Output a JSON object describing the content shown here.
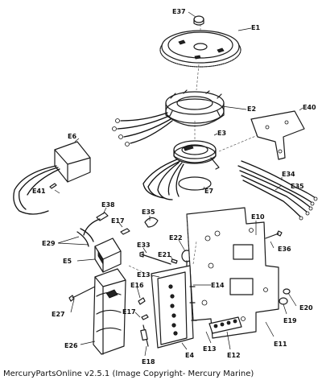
{
  "caption": "MercuryPartsOnline v2.5.1 (Image Copyright- Mercury Marine)",
  "labels": {
    "E37": "E37",
    "E1": "E1",
    "E2": "E2",
    "E40": "E40",
    "E6": "E6",
    "E3": "E3",
    "E34": "E34",
    "E35a": "E35",
    "E41": "E41",
    "E7": "E7",
    "E38": "E38",
    "E17a": "E17",
    "E35b": "E35",
    "E10": "E10",
    "E29": "E29",
    "E36": "E36",
    "E33": "E33",
    "E22": "E22",
    "E5": "E5",
    "E21": "E21",
    "E13a": "E13",
    "E16": "E16",
    "E14": "E14",
    "E27": "E27",
    "E17b": "E17",
    "E20": "E20",
    "E19": "E19",
    "E26": "E26",
    "E11": "E11",
    "E13b": "E13",
    "E18": "E18",
    "E4": "E4",
    "E12": "E12"
  }
}
